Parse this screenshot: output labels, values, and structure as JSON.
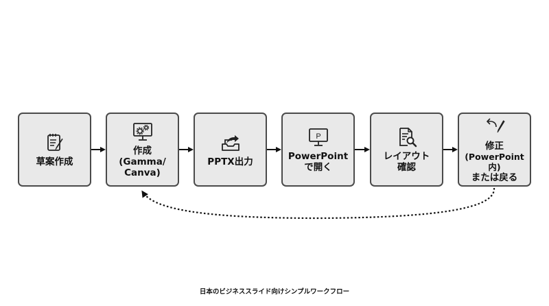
{
  "steps": [
    {
      "label": "草案作成",
      "icon": "notepad-pencil-icon"
    },
    {
      "label": "作成\n(Gamma/\nCanva)",
      "icon": "monitor-gears-icon"
    },
    {
      "label": "PPTX出力",
      "icon": "export-tray-icon"
    },
    {
      "label": "PowerPoint\nで開く",
      "icon": "presentation-monitor-icon",
      "icon_text": "P"
    },
    {
      "label": "レイアウト\n確認",
      "icon": "document-magnifier-icon"
    },
    {
      "label": "修正",
      "sublabel": "(PowerPoint内)",
      "label2": "または戻る",
      "icon": "undo-pencil-icon"
    }
  ],
  "flow": {
    "forward_arrow": "arrow-right",
    "loop_back": {
      "from": "修正",
      "to": "作成",
      "style": "dotted"
    }
  },
  "caption": "日本のビジネススライド向けシンプルワークフロー",
  "colors": {
    "box_fill": "#e9e9e9",
    "box_border": "#4a4a4a",
    "arrow": "#111111"
  }
}
